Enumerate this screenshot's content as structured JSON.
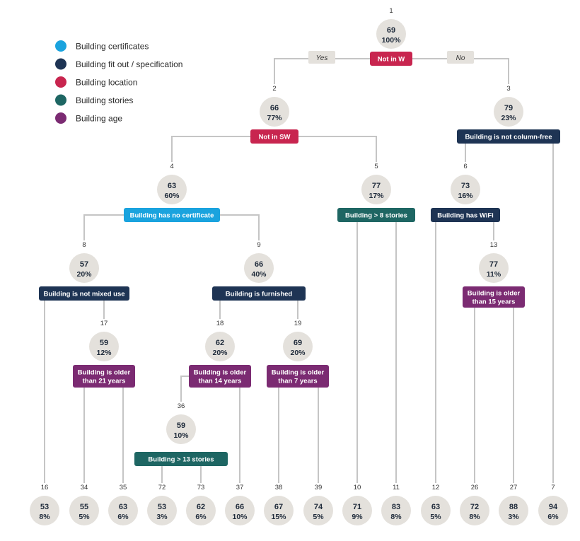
{
  "legend": [
    {
      "label": "Building certificates",
      "color": "#1aa3de"
    },
    {
      "label": "Building fit out / specification",
      "color": "#1e3454"
    },
    {
      "label": "Building location",
      "color": "#c8254f"
    },
    {
      "label": "Building stories",
      "color": "#1e6663"
    },
    {
      "label": "Building age",
      "color": "#7b2b72"
    }
  ],
  "branch_labels": {
    "yes": "Yes",
    "no": "No"
  },
  "nodes": [
    {
      "id": "1",
      "value": "69",
      "share": "100%"
    },
    {
      "id": "2",
      "value": "66",
      "share": "77%"
    },
    {
      "id": "3",
      "value": "79",
      "share": "23%"
    },
    {
      "id": "4",
      "value": "63",
      "share": "60%"
    },
    {
      "id": "5",
      "value": "77",
      "share": "17%"
    },
    {
      "id": "6",
      "value": "73",
      "share": "16%"
    },
    {
      "id": "8",
      "value": "57",
      "share": "20%"
    },
    {
      "id": "9",
      "value": "66",
      "share": "40%"
    },
    {
      "id": "13",
      "value": "77",
      "share": "11%"
    },
    {
      "id": "17",
      "value": "59",
      "share": "12%"
    },
    {
      "id": "18",
      "value": "62",
      "share": "20%"
    },
    {
      "id": "19",
      "value": "69",
      "share": "20%"
    },
    {
      "id": "36",
      "value": "59",
      "share": "10%"
    },
    {
      "id": "16",
      "value": "53",
      "share": "8%"
    },
    {
      "id": "34",
      "value": "55",
      "share": "5%"
    },
    {
      "id": "35",
      "value": "63",
      "share": "6%"
    },
    {
      "id": "72",
      "value": "53",
      "share": "3%"
    },
    {
      "id": "73",
      "value": "62",
      "share": "6%"
    },
    {
      "id": "37",
      "value": "66",
      "share": "10%"
    },
    {
      "id": "38",
      "value": "67",
      "share": "15%"
    },
    {
      "id": "39",
      "value": "74",
      "share": "5%"
    },
    {
      "id": "10",
      "value": "71",
      "share": "9%"
    },
    {
      "id": "11",
      "value": "83",
      "share": "8%"
    },
    {
      "id": "12",
      "value": "63",
      "share": "5%"
    },
    {
      "id": "26",
      "value": "72",
      "share": "8%"
    },
    {
      "id": "27",
      "value": "88",
      "share": "3%"
    },
    {
      "id": "7",
      "value": "94",
      "share": "6%"
    }
  ],
  "splits": [
    {
      "node": "1",
      "lines": [
        "Not in W"
      ],
      "category": "location"
    },
    {
      "node": "2",
      "lines": [
        "Not in SW"
      ],
      "category": "location"
    },
    {
      "node": "3",
      "lines": [
        "Building is not column-free"
      ],
      "category": "fitout"
    },
    {
      "node": "4",
      "lines": [
        "Building has no certificate"
      ],
      "category": "certificates"
    },
    {
      "node": "5",
      "lines": [
        "Building > 8 stories"
      ],
      "category": "stories"
    },
    {
      "node": "6",
      "lines": [
        "Building has WiFi"
      ],
      "category": "fitout"
    },
    {
      "node": "8",
      "lines": [
        "Building is not mixed use"
      ],
      "category": "fitout"
    },
    {
      "node": "9",
      "lines": [
        "Building is furnished"
      ],
      "category": "fitout"
    },
    {
      "node": "13",
      "lines": [
        "Building is older",
        "than 15 years"
      ],
      "category": "age"
    },
    {
      "node": "17",
      "lines": [
        "Building is older",
        "than 21 years"
      ],
      "category": "age"
    },
    {
      "node": "18",
      "lines": [
        "Building is older",
        "than 14 years"
      ],
      "category": "age"
    },
    {
      "node": "19",
      "lines": [
        "Building is older",
        "than 7 years"
      ],
      "category": "age"
    },
    {
      "node": "36",
      "lines": [
        "Building > 13 stories"
      ],
      "category": "stories"
    }
  ],
  "category_colors": {
    "certificates": "#1aa3de",
    "fitout": "#1e3454",
    "location": "#c8254f",
    "stories": "#1e6663",
    "age": "#7b2b72"
  },
  "node_fill": "#e4e1dc",
  "text_dark": "#1e2a3a",
  "line_color": "#c5c5c5"
}
